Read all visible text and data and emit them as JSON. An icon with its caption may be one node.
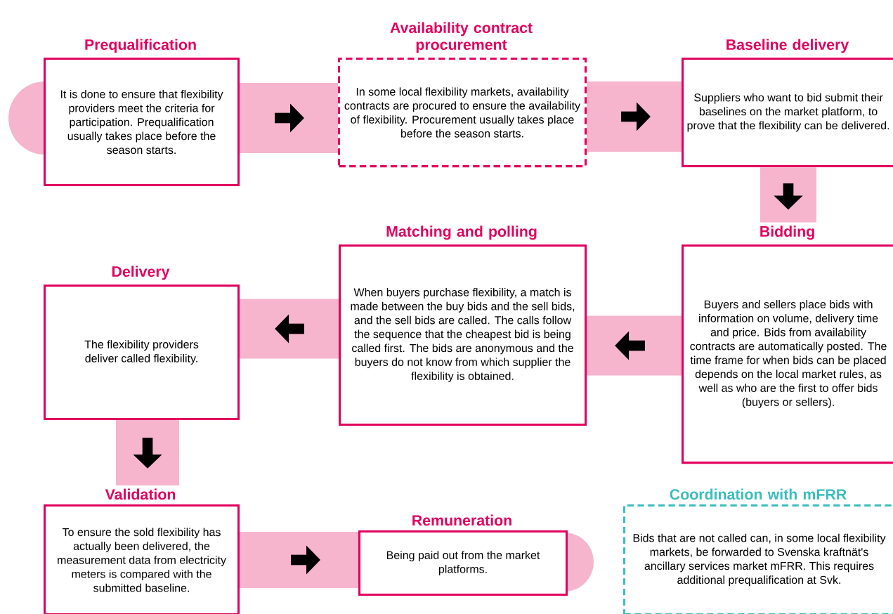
{
  "diagram": {
    "nodes": [
      {
        "text": [
          "Prequalification",
          "It is done to ensure that flexibility providers meet the criteria for participation. Prequalification usually takes place before the season starts."
        ]
      },
      {
        "text": [
          "Availability contract procurement",
          "In some local flexibility markets, availability contracts are procured to ensure the availability of flexibility. Procurement usually takes place before the season starts."
        ]
      },
      {
        "text": [
          "Baseline delivery",
          "Suppliers who want to bid submit their baselines on the market platform, to prove that the flexibility can be delivered."
        ]
      },
      {
        "text": [
          "Bidding",
          "Buyers and sellers place bids with information on volume, delivery time and price. Bids from availability contracts are automatically posted. The time frame for when bids can be placed depends on the local market rules, as well as who are the first to offer bids (buyers or sellers)."
        ]
      },
      {
        "text": [
          "Matching and polling",
          "When buyers purchase flexibility, a match is made between the buy bids and the sell bids, and the sell bids are called. The calls follow the sequence that the cheapest bid is being called first. The bids are anonymous and the buyers do not know from which supplier the flexibility is obtained."
        ]
      },
      {
        "text": [
          "Delivery",
          "The flexibility providers deliver called flexibility."
        ]
      },
      {
        "text": [
          "Validation",
          "To ensure the sold flexibility has actually been delivered, the measurement data from electricity meters is compared with the submitted baseline."
        ]
      },
      {
        "text": [
          "Remuneration",
          "Being paid out from the market platforms."
        ]
      },
      {
        "text": [
          "Coordination with mFRR",
          "Bids that are not called can, in some local flexibility markets, be forwarded to Svenska kraftnät's ancillary services market mFRR. This requires additional prequalification at Svk."
        ]
      }
    ],
    "edges": [
      {
        "from": 0,
        "to": 1,
        "arrow": "to"
      },
      {
        "from": 1,
        "to": 2,
        "arrow": "to"
      },
      {
        "from": 2,
        "to": 3,
        "arrow": "to"
      },
      {
        "from": 3,
        "to": 4,
        "arrow": "to"
      },
      {
        "from": 4,
        "to": 5,
        "arrow": "to"
      },
      {
        "from": 5,
        "to": 6,
        "arrow": "to"
      },
      {
        "from": 6,
        "to": 7,
        "arrow": "to"
      }
    ]
  }
}
